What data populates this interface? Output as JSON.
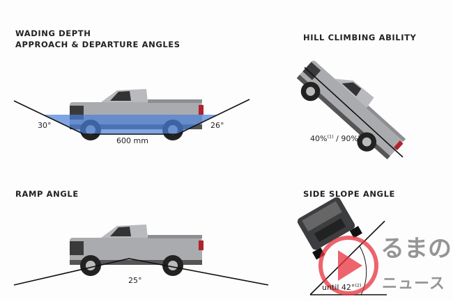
{
  "sections": {
    "wading": {
      "title_line1": "WADING DEPTH",
      "title_line2": "APPROACH & DEPARTURE ANGLES",
      "approach_angle": "30°",
      "departure_angle": "26°",
      "depth": "600 mm"
    },
    "hill": {
      "title": "HILL CLIMBING ABILITY",
      "value1": "40%",
      "note1": "(1)",
      "sep": " / ",
      "value2": "90%",
      "note2": "(2)"
    },
    "ramp": {
      "title": "RAMP ANGLE",
      "angle": "25°"
    },
    "side": {
      "title": "SIDE SLOPE ANGLE",
      "prefix": "until ",
      "angle": "42°",
      "note": "(2)"
    }
  },
  "watermark": {
    "line1": "るまの",
    "line2": "ニュース"
  },
  "colors": {
    "water": "#4a7fd8",
    "truck": "#a9abae",
    "line": "#111111",
    "logo_red": "#e8323c"
  }
}
